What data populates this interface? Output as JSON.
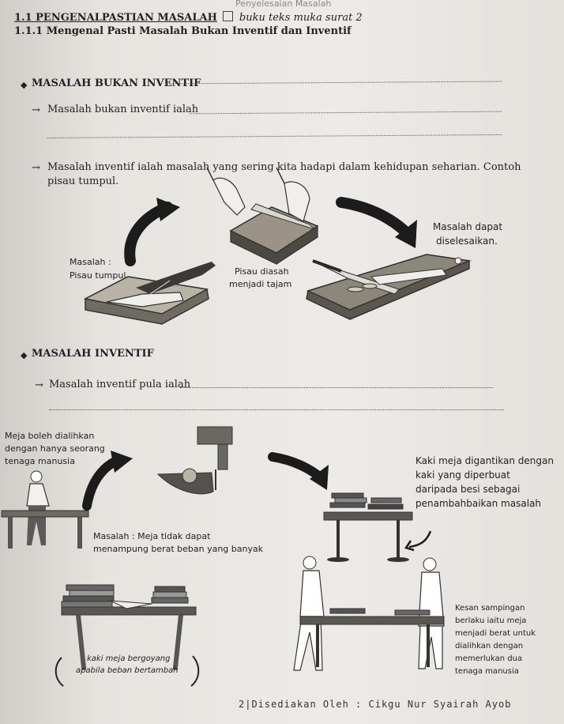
{
  "header_faded": "Penyelesaian Masalah",
  "section": {
    "number_title": "1.1 PENGENALPASTIAN MASALAH",
    "book_ref": "buku teks muka surat 2",
    "subtitle": "1.1.1 Mengenal Pasti Masalah Bukan Inventif dan Inventif"
  },
  "non_inventive": {
    "heading": "MASALAH BUKAN INVENTIF",
    "prompt": "Masalah bukan inventif ialah",
    "description_line1": "Masalah inventif ialah masalah yang sering kita hadapi dalam kehidupan seharian. Contoh",
    "description_line2": "pisau tumpul.",
    "caption_problem_line1": "Masalah :",
    "caption_problem_line2": "Pisau tumpul",
    "caption_sharpen_line1": "Pisau diasah",
    "caption_sharpen_line2": "menjadi tajam",
    "caption_solved_line1": "Masalah dapat",
    "caption_solved_line2": "diselesaikan."
  },
  "inventive": {
    "heading": "MASALAH INVENTIF",
    "prompt": "Masalah inventif pula ialah",
    "caption_table_line1": "Meja boleh dialihkan",
    "caption_table_line2": "dengan hanya seorang",
    "caption_table_line3": "tenaga manusia",
    "caption_problem_line1": "Masalah : Meja tidak dapat",
    "caption_problem_line2": "menampung berat beban yang banyak",
    "caption_wobble_line1": "kaki meja bergoyang",
    "caption_wobble_line2": "apabila beban bertambah",
    "caption_legs_line1": "Kaki meja digantikan dengan",
    "caption_legs_line2": "kaki yang diperbuat",
    "caption_legs_line3": "daripada besi sebagai",
    "caption_legs_line4": "penambahbaikan masalah",
    "caption_side_line1": "Kesan sampingan",
    "caption_side_line2": "berlaku iaitu meja",
    "caption_side_line3": "menjadi berat untuk",
    "caption_side_line4": "dialihkan dengan",
    "caption_side_line5": "memerlukan dua",
    "caption_side_line6": "tenaga manusia"
  },
  "footer": "2|Disediakan Oleh : Cikgu Nur Syairah Ayob",
  "icons": [
    "diamond-bullet-icon",
    "arrow-right-icon",
    "book-icon"
  ]
}
